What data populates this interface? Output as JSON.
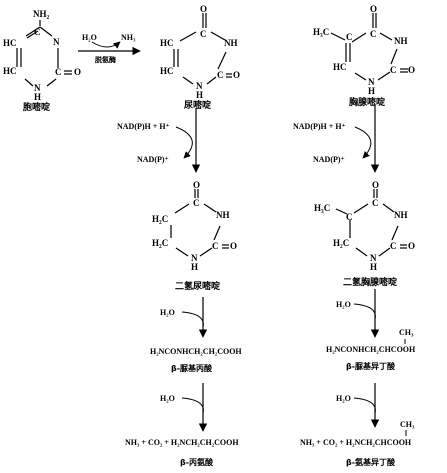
{
  "atoms": {
    "N": "N",
    "H": "H",
    "O": "O",
    "NH": "NH",
    "HC": "HC",
    "NH2": "NH₂",
    "H3C": "H₃C",
    "H2C": "H₂C",
    "CH3": "CH₃"
  },
  "step1": {
    "reagent_in": "H₂O",
    "reagent_out": "NH₃",
    "enzyme": "脱氨酶"
  },
  "compounds": {
    "cytosine": "胞嘧啶",
    "uracil": "尿嘧啶",
    "thymine": "胸腺嘧啶",
    "dihydrouracil": "二氢尿嘧啶",
    "dihydrothymine": "二氢胸腺嘧啶",
    "ureidopropionate": "β-脲基丙酸",
    "ureidoisobutyrate": "β-脲基异丁酸",
    "alanine": "β-丙氨酸",
    "aminoisobutyrate": "β-氨基异丁酸"
  },
  "reduction": {
    "cofactor_in": "NAD(P)H + H⁺",
    "cofactor_out": "NAD(P)⁺"
  },
  "hydrolysis": {
    "water": "H₂O"
  },
  "formulas": {
    "left_intermediate": "H₂NCONHCH₂CH₂COOH",
    "right_intermediate": "H₂NCONHCH₂CHCOOH",
    "left_products": "NH₃ + CO₂ + H₂NCH₂CH₂COOH",
    "right_products": "NH₃ + CO₂ + H₂NCH₂CHCOOH"
  }
}
